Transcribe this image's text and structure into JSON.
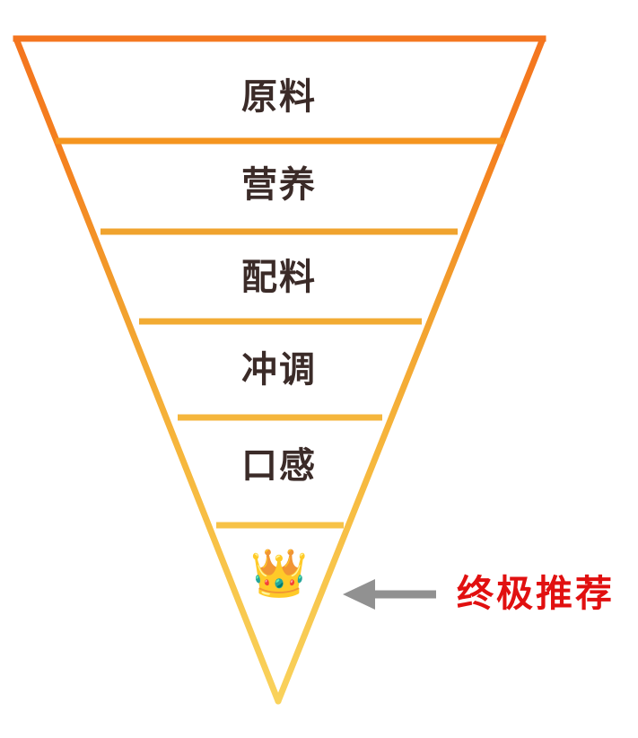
{
  "diagram": {
    "type": "inverted-funnel",
    "title": "",
    "background_color": "#ffffff",
    "label_color": "#3b2b28",
    "edge_color_top": "#f4751f",
    "edge_color_bottom": "#f8cc55",
    "stages": [
      {
        "label": "原料",
        "index": 1
      },
      {
        "label": "营养",
        "index": 2
      },
      {
        "label": "配料",
        "index": 3
      },
      {
        "label": "冲调",
        "index": 4
      },
      {
        "label": "口感",
        "index": 5
      },
      {
        "label": "👑",
        "index": 6,
        "icon_name": "crown-icon"
      }
    ]
  },
  "annotation": {
    "arrow_icon": "arrow-left-icon",
    "arrow_color": "#919191",
    "text": "终极推荐",
    "text_color": "#e11010"
  }
}
